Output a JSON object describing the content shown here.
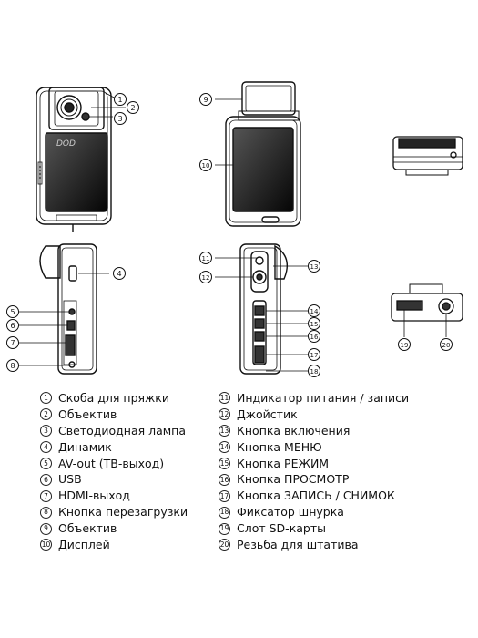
{
  "logo": "DOD",
  "callouts": [
    "1",
    "2",
    "3",
    "4",
    "5",
    "6",
    "7",
    "8",
    "9",
    "10",
    "11",
    "12",
    "13",
    "14",
    "15",
    "16",
    "17",
    "18",
    "19",
    "20"
  ],
  "legend_left": [
    {
      "num": "1",
      "label": "Скоба для пряжки"
    },
    {
      "num": "2",
      "label": "Объектив"
    },
    {
      "num": "3",
      "label": "Светодиодная лампа"
    },
    {
      "num": "4",
      "label": "Динамик"
    },
    {
      "num": "5",
      "label": "AV-out (ТВ-выход)"
    },
    {
      "num": "6",
      "label": "USB"
    },
    {
      "num": "7",
      "label": "HDMI-выход"
    },
    {
      "num": "8",
      "label": "Кнопка перезагрузки"
    },
    {
      "num": "9",
      "label": "Объектив"
    },
    {
      "num": "10",
      "label": "Дисплей"
    }
  ],
  "legend_right": [
    {
      "num": "11",
      "label": "Индикатор питания / записи"
    },
    {
      "num": "12",
      "label": "Джойстик"
    },
    {
      "num": "13",
      "label": "Кнопка включения"
    },
    {
      "num": "14",
      "label": "Кнопка МЕНЮ"
    },
    {
      "num": "15",
      "label": "Кнопка РЕЖИМ"
    },
    {
      "num": "16",
      "label": "Кнопка ПРОСМОТР"
    },
    {
      "num": "17",
      "label": "Кнопка ЗАПИСЬ / СНИМОК"
    },
    {
      "num": "18",
      "label": "Фиксатор шнурка"
    },
    {
      "num": "19",
      "label": "Слот SD-карты"
    },
    {
      "num": "20",
      "label": "Резьба для штатива"
    }
  ]
}
